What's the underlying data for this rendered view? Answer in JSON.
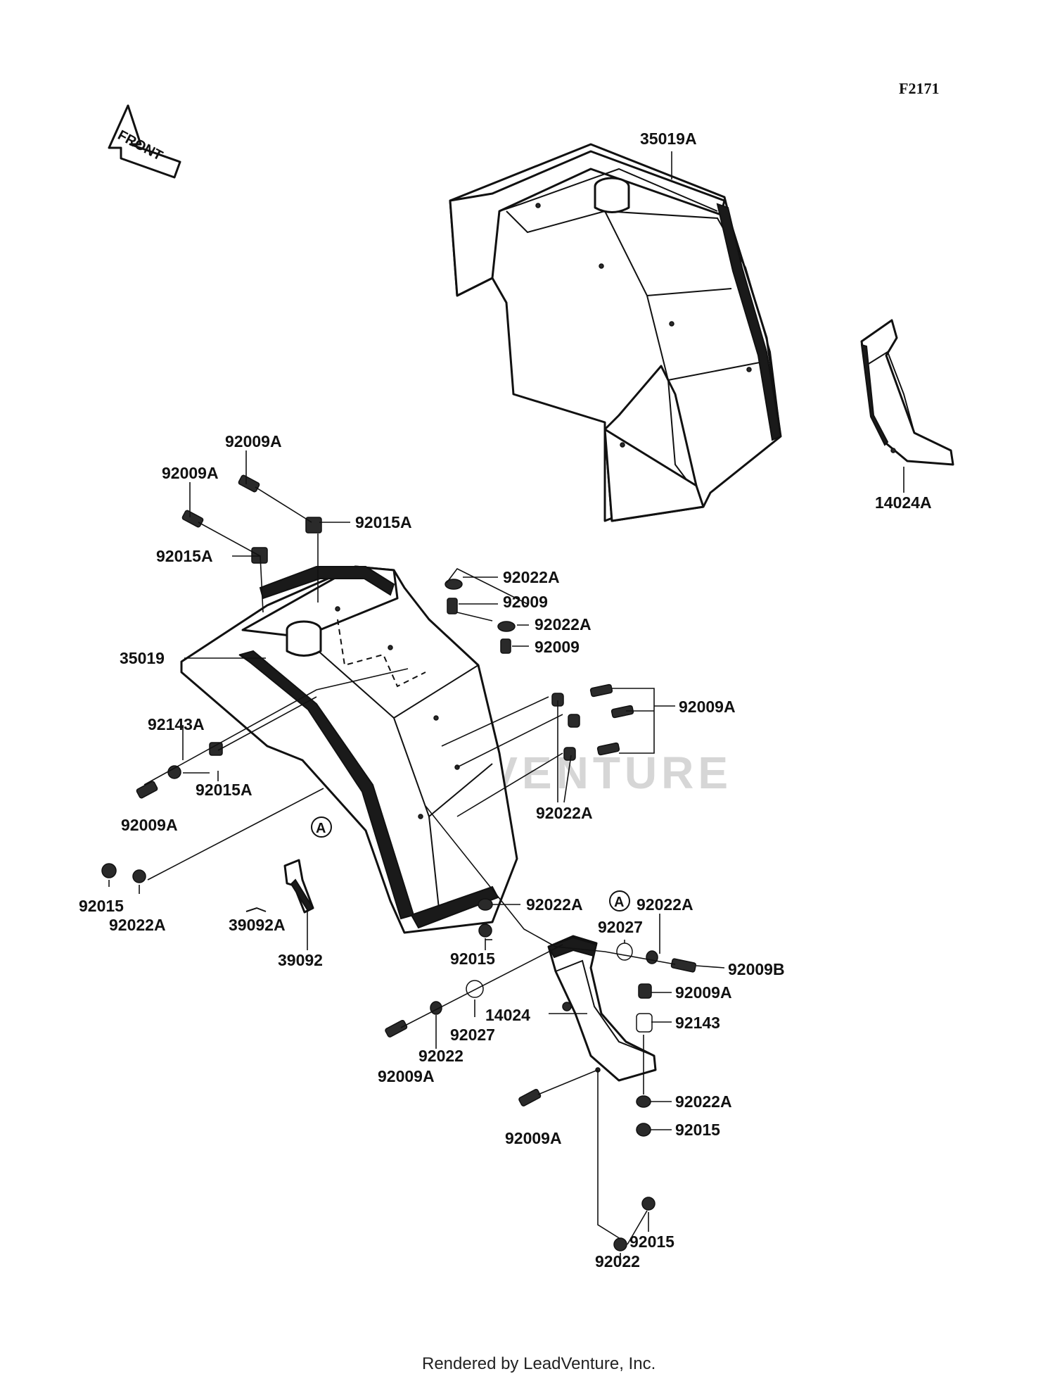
{
  "figure_code": "F2171",
  "front_arrow_text": "FRONT",
  "watermark_text": "LEADVENTURE",
  "footer": "Rendered by LeadVenture, Inc.",
  "callout_letter": "A",
  "labels": [
    {
      "id": "35019A-top",
      "text": "35019A"
    },
    {
      "id": "14024A-right",
      "text": "14024A"
    },
    {
      "id": "92009A-1",
      "text": "92009A"
    },
    {
      "id": "92009A-2",
      "text": "92009A"
    },
    {
      "id": "92015A-1",
      "text": "92015A"
    },
    {
      "id": "92015A-2",
      "text": "92015A"
    },
    {
      "id": "92022A-1",
      "text": "92022A"
    },
    {
      "id": "92009-1",
      "text": "92009"
    },
    {
      "id": "92022A-2",
      "text": "92022A"
    },
    {
      "id": "92009-2",
      "text": "92009"
    },
    {
      "id": "35019",
      "text": "35019"
    },
    {
      "id": "92009A-3",
      "text": "92009A"
    },
    {
      "id": "92143A",
      "text": "92143A"
    },
    {
      "id": "92015A-3",
      "text": "92015A"
    },
    {
      "id": "92009A-4",
      "text": "92009A"
    },
    {
      "id": "92022A-3",
      "text": "92022A"
    },
    {
      "id": "92015-1",
      "text": "92015"
    },
    {
      "id": "92022A-4",
      "text": "92022A"
    },
    {
      "id": "39092A",
      "text": "39092A"
    },
    {
      "id": "39092",
      "text": "39092"
    },
    {
      "id": "92022A-5",
      "text": "92022A"
    },
    {
      "id": "92015-2",
      "text": "92015"
    },
    {
      "id": "92022A-6",
      "text": "92022A"
    },
    {
      "id": "92027-1",
      "text": "92027"
    },
    {
      "id": "92009B",
      "text": "92009B"
    },
    {
      "id": "92009A-5",
      "text": "92009A"
    },
    {
      "id": "92143",
      "text": "92143"
    },
    {
      "id": "14024",
      "text": "14024"
    },
    {
      "id": "92027-2",
      "text": "92027"
    },
    {
      "id": "92022-1",
      "text": "92022"
    },
    {
      "id": "92009A-6",
      "text": "92009A"
    },
    {
      "id": "92009A-7",
      "text": "92009A"
    },
    {
      "id": "92022A-7",
      "text": "92022A"
    },
    {
      "id": "92015-3",
      "text": "92015"
    },
    {
      "id": "92015-4",
      "text": "92015"
    },
    {
      "id": "92022-2",
      "text": "92022"
    }
  ]
}
